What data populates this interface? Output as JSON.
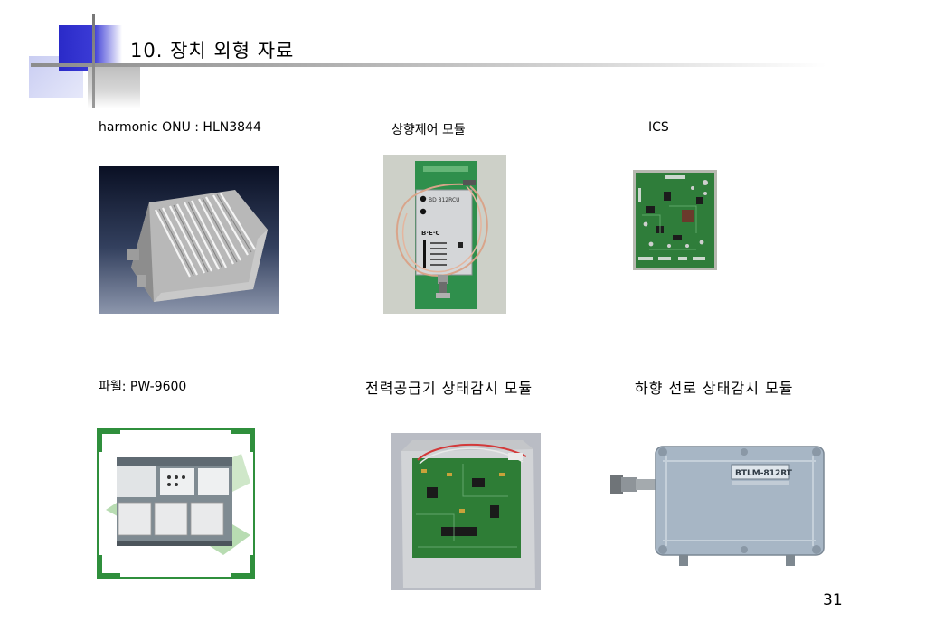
{
  "slide": {
    "title": "10. 장치 외형 자료",
    "page_number": "31"
  },
  "items": [
    {
      "label": "harmonic ONU : HLN3844"
    },
    {
      "label": "상향제어 모듈"
    },
    {
      "label": "ICS"
    },
    {
      "label": "파웰: PW-9600"
    },
    {
      "label": "전력공급기 상태감시 모듈"
    },
    {
      "label": "하향 선로 상태감시 모듈"
    }
  ],
  "photo_text": {
    "upstream_module_part": "BD 812RCU",
    "upstream_module_brand": "B·E·C",
    "downstream_module_model": "BTLM-812RT"
  }
}
